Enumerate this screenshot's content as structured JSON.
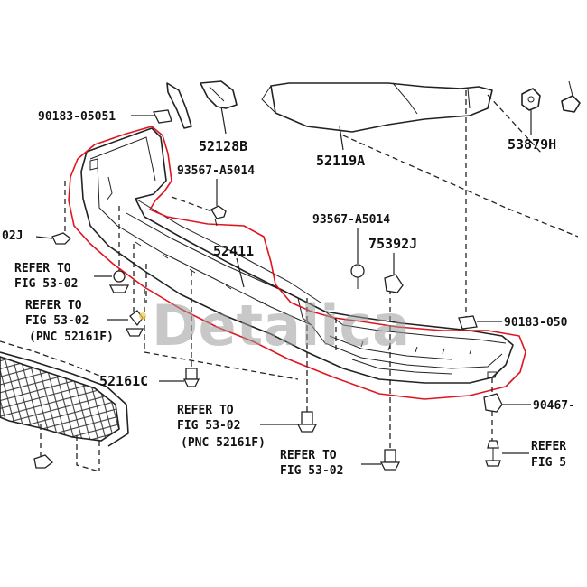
{
  "watermark": "Detalica",
  "colors": {
    "highlight": "#e0141e",
    "line": "#222222",
    "watermark": "#9a9a9a"
  },
  "labels": {
    "p90183_top": "90183-05051",
    "p52128B": "52128B",
    "p52119A": "52119A",
    "p53879H": "53879H",
    "p93567_left": "93567-A5014",
    "p93567_mid": "93567-A5014",
    "p75392J": "75392J",
    "p52411": "52411",
    "p02J": "02J",
    "p90183_right": "90183-050",
    "p90467": "90467-",
    "p52161C": "52161C",
    "refer1_a": "REFER TO",
    "refer1_b": "FIG 53-02",
    "refer2_a": "REFER TO",
    "refer2_b": "FIG 53-02",
    "refer2_c": "(PNC 52161F)",
    "refer3_a": "REFER TO",
    "refer3_b": "FIG 53-02",
    "refer3_c": "(PNC 52161F)",
    "refer4_a": "REFER TO",
    "refer4_b": "FIG 53-02",
    "refer5_a": "REFER",
    "refer5_b": "FIG 5"
  }
}
